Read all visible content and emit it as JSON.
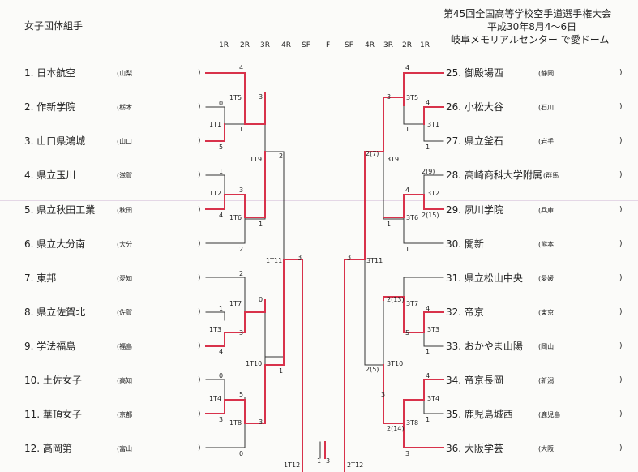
{
  "header": {
    "left": "女子団体組手",
    "title": "第45回全国高等学校空手道選手権大会",
    "date": "平成30年8月4～6日",
    "venue": "岐阜メモリアルセンター で愛ドーム"
  },
  "rounds_left": [
    "1R",
    "2R",
    "3R",
    "4R",
    "SF",
    "F"
  ],
  "rounds_right": [
    "SF",
    "4R",
    "3R",
    "2R",
    "1R"
  ],
  "left_teams": [
    {
      "name": "1. 日本航空",
      "pref": "(山梨"
    },
    {
      "name": "2. 作新学院",
      "pref": "(栃木"
    },
    {
      "name": "3. 山口県鴻城",
      "pref": "(山口"
    },
    {
      "name": "4. 県立玉川",
      "pref": "(滋賀"
    },
    {
      "name": "5. 県立秋田工業",
      "pref": "(秋田"
    },
    {
      "name": "6. 県立大分南",
      "pref": "(大分"
    },
    {
      "name": "7. 東邦",
      "pref": "(愛知"
    },
    {
      "name": "8. 県立佐賀北",
      "pref": "(佐賀"
    },
    {
      "name": "9. 学法福島",
      "pref": "(福島"
    },
    {
      "name": "10. 土佐女子",
      "pref": "(高知"
    },
    {
      "name": "11. 華頂女子",
      "pref": "(京都"
    },
    {
      "name": "12. 高岡第一",
      "pref": "(富山"
    }
  ],
  "right_teams": [
    {
      "name": "25. 御殿場西",
      "pref": "(静岡"
    },
    {
      "name": "26. 小松大谷",
      "pref": "(石川"
    },
    {
      "name": "27. 県立釜石",
      "pref": "(岩手"
    },
    {
      "name": "28. 高崎商科大学附属",
      "pref": "(群馬"
    },
    {
      "name": "29. 夙川学院",
      "pref": "(兵庫"
    },
    {
      "name": "30. 開新",
      "pref": "(熊本"
    },
    {
      "name": "31. 県立松山中央",
      "pref": "(愛媛"
    },
    {
      "name": "32. 帝京",
      "pref": "(東京"
    },
    {
      "name": "33. おかやま山陽",
      "pref": "(岡山"
    },
    {
      "name": "34. 帝京長岡",
      "pref": "(新潟"
    },
    {
      "name": "35. 鹿児島城西",
      "pref": "(鹿児島"
    },
    {
      "name": "36. 大阪学芸",
      "pref": "(大阪"
    }
  ],
  "close_paren": ")",
  "match_labels": {
    "t1": "1T1",
    "t2": "1T2",
    "t3": "1T3",
    "t4": "1T4",
    "t5": "1T5",
    "t6": "1T6",
    "t7": "1T7",
    "t8": "1T8",
    "t9": "1T9",
    "t10": "1T10",
    "t11": "1T11",
    "t12": "1T12",
    "r1": "3T1",
    "r2": "3T2",
    "r3": "3T3",
    "r4": "3T4",
    "r5": "3T5",
    "r6": "3T6",
    "r7": "3T7",
    "r8": "3T8",
    "r9": "3T9",
    "r10": "3T10",
    "r11": "3T11",
    "r12": "2T12",
    "bottom": "1T12"
  },
  "scores": {
    "l1": "4",
    "l2": "0",
    "l3": "5",
    "l3b": "1",
    "l4": "1",
    "l5": "4",
    "l5b": "3",
    "l6": "2",
    "l6b": "1",
    "l12a": "3",
    "l12b": "1",
    "l9a": "2",
    "l7": "2",
    "l8": "1",
    "l8b": "3",
    "l9": "4",
    "l7b": "0",
    "l10": "0",
    "l11": "5",
    "l11b": "3",
    "l12": "0",
    "l10b": "3",
    "l11c": "3",
    "lf1": "1",
    "lf2": "3",
    "r1": "4",
    "r2": "4",
    "r3": "1",
    "r1b": "3",
    "r2b": "1",
    "r4": "2(9)",
    "r5": "2(15)",
    "r4b": "4",
    "r6": "1",
    "r6b": "1",
    "r7": "2(7)",
    "r8": "3",
    "r31": "2(13)",
    "r32": "4",
    "r33": "1",
    "r32b": "5",
    "r34": "4",
    "r35": "1",
    "r36": "3",
    "r35b": "2(14)",
    "r10": "2(5)",
    "r11": "3"
  }
}
